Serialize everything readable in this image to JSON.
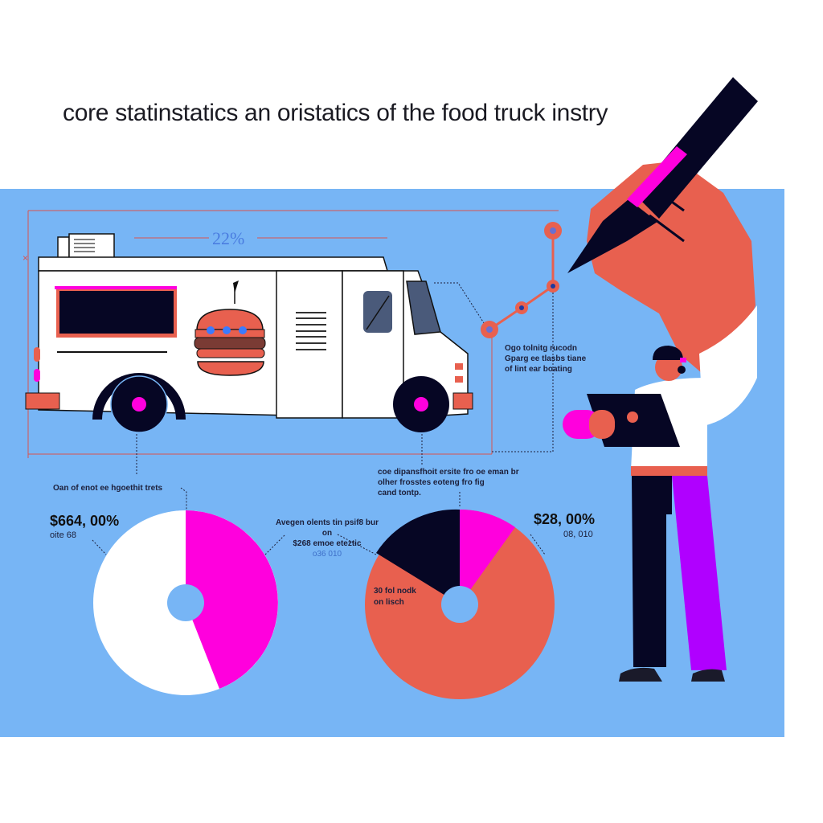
{
  "title": "core statinstatics an oristatics of the food truck instry",
  "colors": {
    "background": "#ffffff",
    "panel": "#77b5f5",
    "coral": "#e8604f",
    "magenta": "#ff00dd",
    "navy": "#060624",
    "purple": "#b000ff",
    "white": "#ffffff"
  },
  "truck": {
    "dimension_label": "22%",
    "icon": "food-truck-icon",
    "logo_icon": "burger-icon"
  },
  "line_graph": {
    "points": [
      [
        609,
        410
      ],
      [
        649,
        383
      ],
      [
        688,
        356
      ],
      [
        688,
        287
      ]
    ],
    "annotation": [
      "Ogo tolnitg rucodn",
      "Gparg ee tlasbs tiane",
      "of lint ear boating"
    ]
  },
  "left_donut": {
    "annotation": "Oan of enot ee hgoethit trets",
    "value": "$664, 00%",
    "sub": "oite 68",
    "slices": [
      {
        "label": "magenta",
        "percent": 44,
        "color": "#ff00dd"
      },
      {
        "label": "white",
        "percent": 56,
        "color": "#ffffff"
      }
    ]
  },
  "middle_annotation": {
    "lines": [
      "Avegen olents tin psif8 bur on",
      "$268 emoe eteztic"
    ],
    "sub": "o36 010"
  },
  "right_annotation": {
    "lines": [
      "coe dipansfhoit ersite fro oe eman br",
      "olher frosstes eoteng fro fig",
      "cand tontp."
    ]
  },
  "right_donut": {
    "value": "$28, 00%",
    "sub": "08, 010",
    "inner_label": [
      "30 fol nodk",
      "on lisch"
    ],
    "slices": [
      {
        "label": "magenta",
        "percent": 11,
        "color": "#ff00dd"
      },
      {
        "label": "coral",
        "percent": 72,
        "color": "#e8604f"
      },
      {
        "label": "navy",
        "percent": 17,
        "color": "#060624"
      }
    ]
  },
  "figure": {
    "icons": [
      "hand-icon",
      "pen-icon",
      "person-icon",
      "tablet-icon"
    ]
  }
}
